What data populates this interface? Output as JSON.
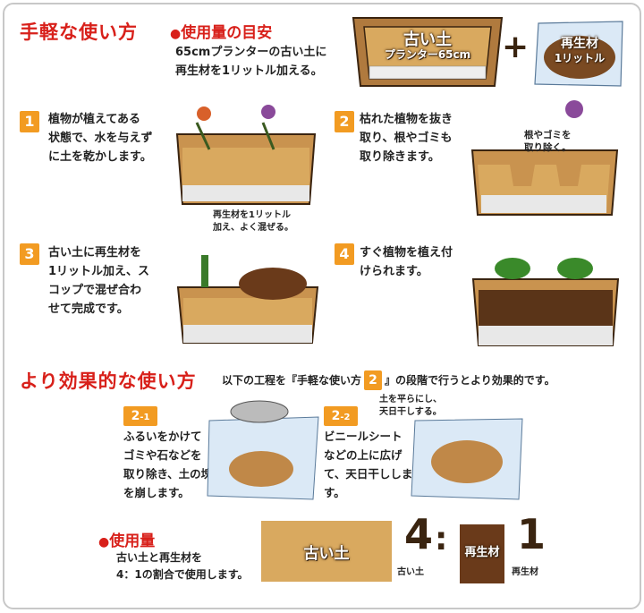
{
  "section1": {
    "title": "手軽な使い方",
    "usage_title": "使用量の目安",
    "usage_desc": "65cmプランターの古い土に\n再生材を1リットル加える。",
    "planter_label": "古い土",
    "planter_sub": "プランター65cm",
    "plus": "+",
    "bag_label": "再生材",
    "bag_sub": "1リットル"
  },
  "steps": [
    {
      "num": "1",
      "text": "植物が植えてある\n状態で、水を与えず\nに土を乾かします。"
    },
    {
      "num": "2",
      "text": "枯れた植物を抜き\n取り、根やゴミも\n取り除きます。",
      "callout": "根やゴミを\n取り除く。"
    },
    {
      "num": "3",
      "text": "古い土に再生材を\n1リットル加え、ス\nコップで混ぜ合わ\nせて完成です。",
      "callout": "再生材を1リットル\n加え、よく混ぜる。"
    },
    {
      "num": "4",
      "text": "すぐ植物を植え付\nけられます。"
    }
  ],
  "section2": {
    "title": "より効果的な使い方",
    "desc_pre": "以下の工程を『手軽な使い方",
    "desc_step": "2",
    "desc_post": "』の段階で行うとより効果的です。",
    "sub1": {
      "num": "2",
      "suffix": "-1",
      "text": "ふるいをかけて\nゴミや石などを\n取り除き、土の塊\nを崩します。"
    },
    "sub2": {
      "num": "2",
      "suffix": "-2",
      "text": "ビニールシート\nなどの上に広げ\nて、天日干ししま\nす。",
      "callout": "土を平らにし、\n天日干しする。"
    }
  },
  "ratio": {
    "title": "使用量",
    "desc": "古い土と再生材を\n4：1の割合で使用します。",
    "old_soil_label": "古い土",
    "old_soil_value": "4",
    "old_soil_caption": "古い土",
    "colon": ":",
    "new_label": "再生材",
    "new_value": "1",
    "new_caption": "再生材"
  },
  "colors": {
    "accent_red": "#d8201a",
    "step_orange": "#f29b22",
    "soil": "#d9a95f",
    "dark_soil": "#5a3418"
  }
}
